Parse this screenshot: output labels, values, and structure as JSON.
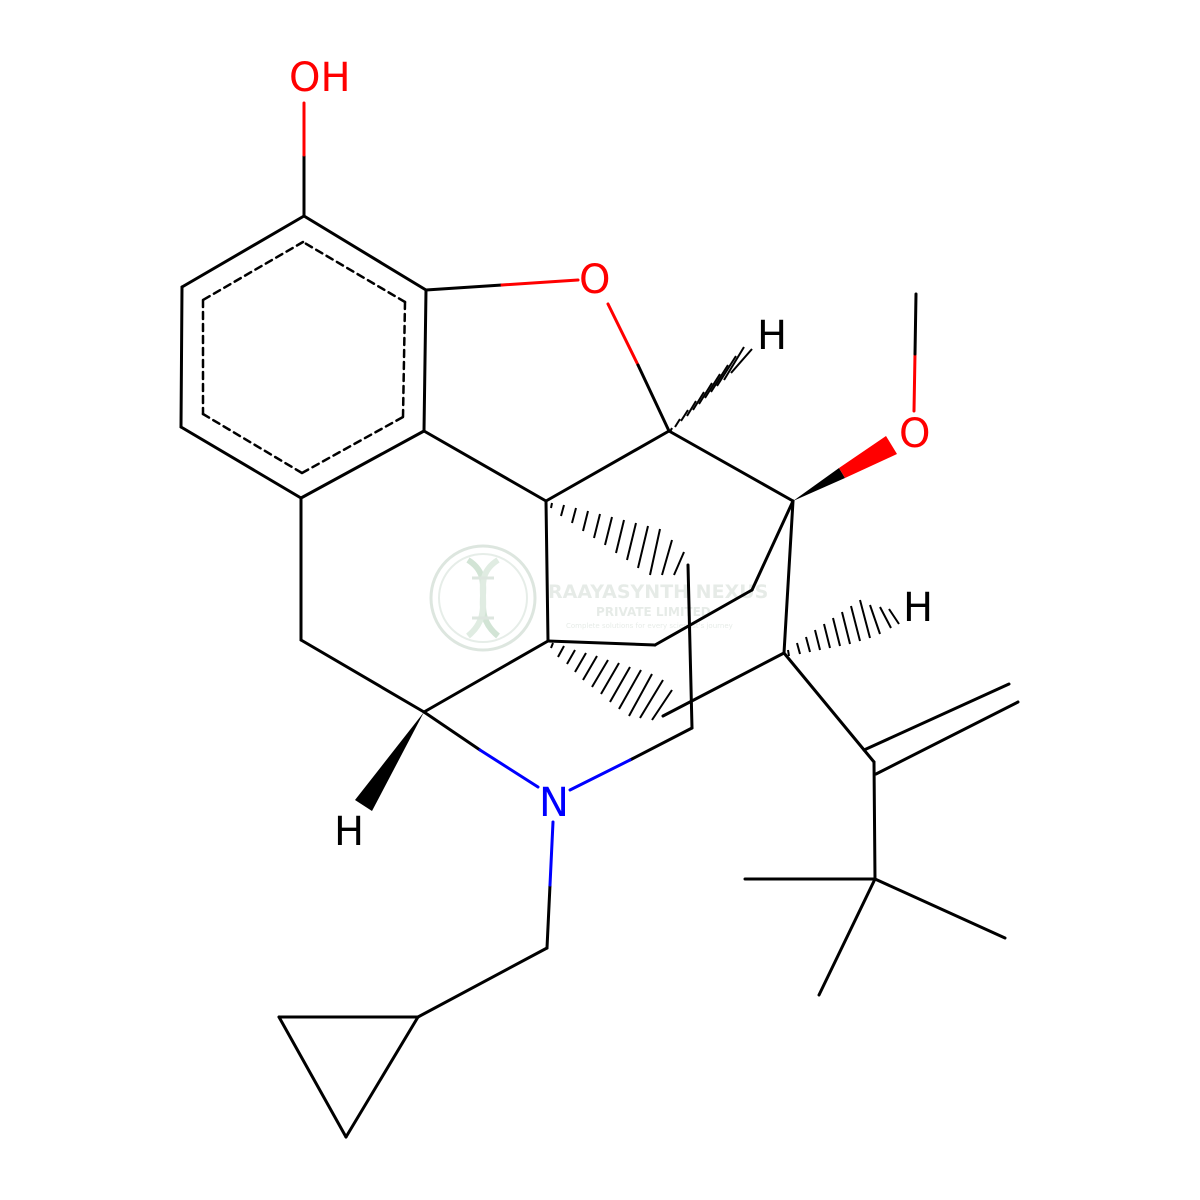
{
  "colors": {
    "bond": "#000000",
    "oxygen": "#ff0000",
    "nitrogen": "#0000ff",
    "watermark": "#c8d6cc"
  },
  "atom_labels": {
    "phenol_oh": "OH",
    "ether_o": "O",
    "methoxy_o": "O",
    "amine_n": "N",
    "h_top": "H",
    "h_right": "H",
    "h_bottom": "H"
  },
  "watermark": {
    "company": "RAAYASYNTH NEXUS",
    "subtitle": "PRIVATE LIMITED",
    "tagline": "Complete solutions for every scientist's journey",
    "logo_icon": "dna-helix-logo"
  }
}
